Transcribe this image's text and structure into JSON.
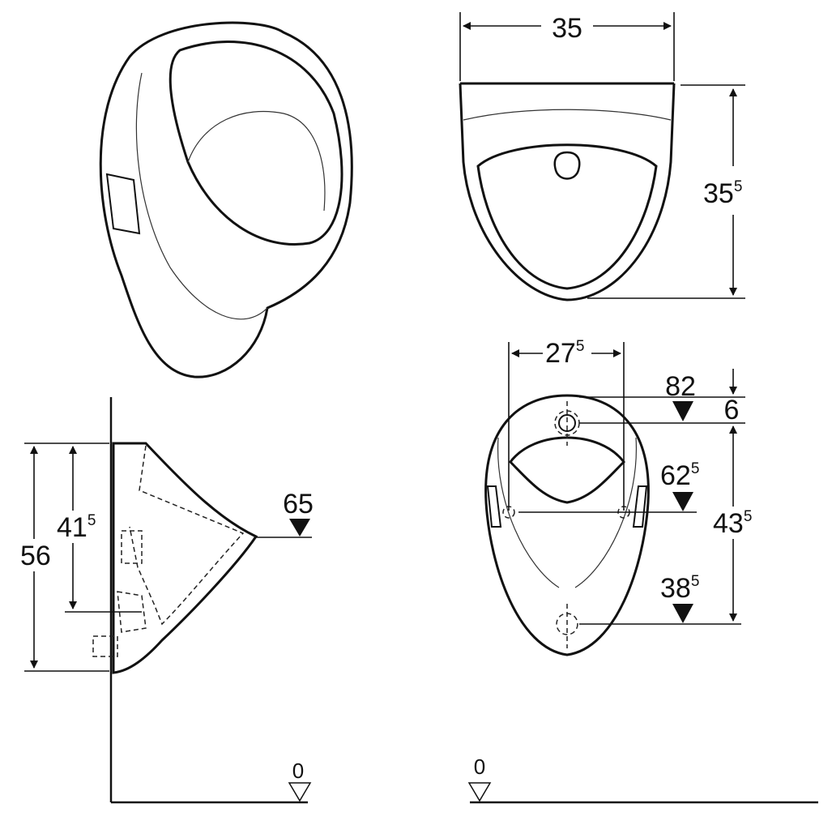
{
  "dimensions": {
    "top_width": {
      "main": "35",
      "sup": ""
    },
    "top_height": {
      "main": "35",
      "sup": "5"
    },
    "front_width": {
      "main": "27",
      "sup": "5"
    },
    "inlet_height": {
      "main": "82",
      "sup": ""
    },
    "inlet_offset": {
      "main": "6",
      "sup": ""
    },
    "mount_height": {
      "main": "62",
      "sup": "5"
    },
    "vertical_span": {
      "main": "43",
      "sup": "5"
    },
    "outlet_height": {
      "main": "38",
      "sup": "5"
    },
    "rim_height": {
      "main": "65",
      "sup": ""
    },
    "side_inner_height": {
      "main": "41",
      "sup": "5"
    },
    "side_total_height": {
      "main": "56",
      "sup": ""
    },
    "floor_left": {
      "main": "0",
      "sup": ""
    },
    "floor_right": {
      "main": "0",
      "sup": ""
    }
  },
  "colors": {
    "line": "#111111",
    "background": "#ffffff"
  }
}
